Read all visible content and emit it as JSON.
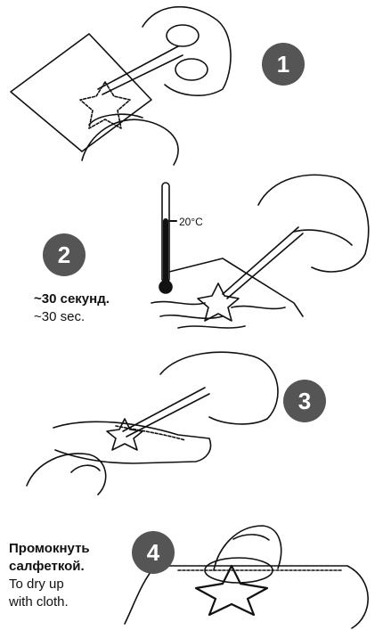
{
  "steps": [
    {
      "number": "1"
    },
    {
      "number": "2",
      "caption_ru": "~30 секунд.",
      "caption_en": "~30 sec.",
      "temperature": "20°C"
    },
    {
      "number": "3"
    },
    {
      "number": "4",
      "caption_ru_line1": "Промокнуть",
      "caption_ru_line2": "салфеткой.",
      "caption_en_line1": "To dry up",
      "caption_en_line2": "with cloth."
    }
  ],
  "colors": {
    "badge": "#555555",
    "line": "#111111"
  }
}
